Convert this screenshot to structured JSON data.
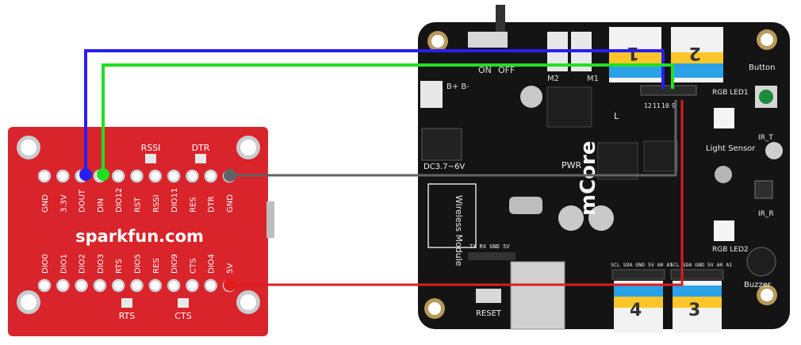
{
  "sparkfun": {
    "brand": "sparkfun.com",
    "top_labels": [
      "RSSI",
      "DTR"
    ],
    "bottom_labels": [
      "RTS",
      "CTS"
    ],
    "top_row_pins": [
      "GND",
      "3.3V",
      "DOUT",
      "DIN",
      "DIO12",
      "RST",
      "RSSI",
      "DIO11",
      "RES",
      "DTR",
      "GND"
    ],
    "bottom_row_pins": [
      "DIO0",
      "DIO1",
      "DIO2",
      "DIO3",
      "RTS",
      "DIO5",
      "RES",
      "DIO9",
      "CTS",
      "DIO4",
      "5V"
    ]
  },
  "mcore": {
    "title": "mCore",
    "ports": [
      "1",
      "2",
      "3",
      "4"
    ],
    "labels": {
      "button": "Button",
      "rgb_led1": "RGB LED1",
      "rgb_led2": "RGB LED2",
      "ir_t": "IR_T",
      "ir_r": "IR_R",
      "light_sensor": "Light Sensor",
      "buzzer": "Buzzer",
      "reset": "RESET",
      "pwr": "PWR",
      "power_input": "DC3.7~6V",
      "wireless": "Wireless Module",
      "m1": "M1",
      "m2": "M2",
      "on": "ON",
      "off": "OFF",
      "battery": "B+  B-",
      "l_led": "L",
      "header_pins": [
        "12",
        "11",
        "10",
        "9"
      ],
      "wireless_pins": "TX  RX  GND  5V",
      "port_pins": "SCL SDA GND 5V A0 A1"
    }
  },
  "colors": {
    "blue_wire": "#2a1df0",
    "green_wire": "#1fe01f",
    "gray_wire": "#5f6368",
    "red_wire": "#e21b1b",
    "sparkfun_board": "#d9242b",
    "mcore_board": "#141414"
  },
  "wires": [
    {
      "color": "blue",
      "from": "DOUT",
      "to": "10"
    },
    {
      "color": "green",
      "from": "DIN",
      "to": "9"
    },
    {
      "color": "gray",
      "from": "GND",
      "to": "GND"
    },
    {
      "color": "red",
      "from": "5V",
      "to": "5V"
    }
  ]
}
